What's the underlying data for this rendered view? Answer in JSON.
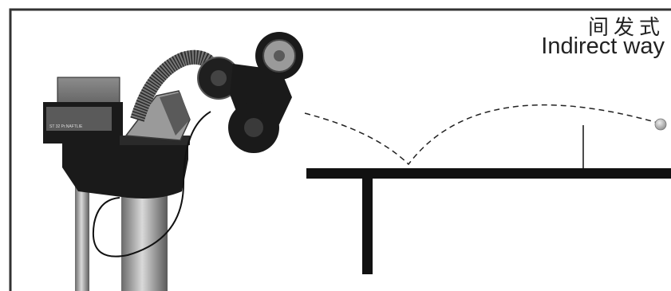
{
  "caption": {
    "chinese": "间发式",
    "english": "Indirect way"
  },
  "robot_label": "ST 32 Pr.NAFTLIE",
  "colors": {
    "ink": "#111111",
    "frame": "#333333",
    "ball": "#b9b9b9",
    "robot_dark": "#1a1a1a",
    "robot_mid": "#5a5a5a",
    "robot_light": "#9a9a9a"
  },
  "icons": [
    "ball-icon",
    "robot-icon",
    "wheel-icon",
    "table-icon",
    "net-icon"
  ]
}
